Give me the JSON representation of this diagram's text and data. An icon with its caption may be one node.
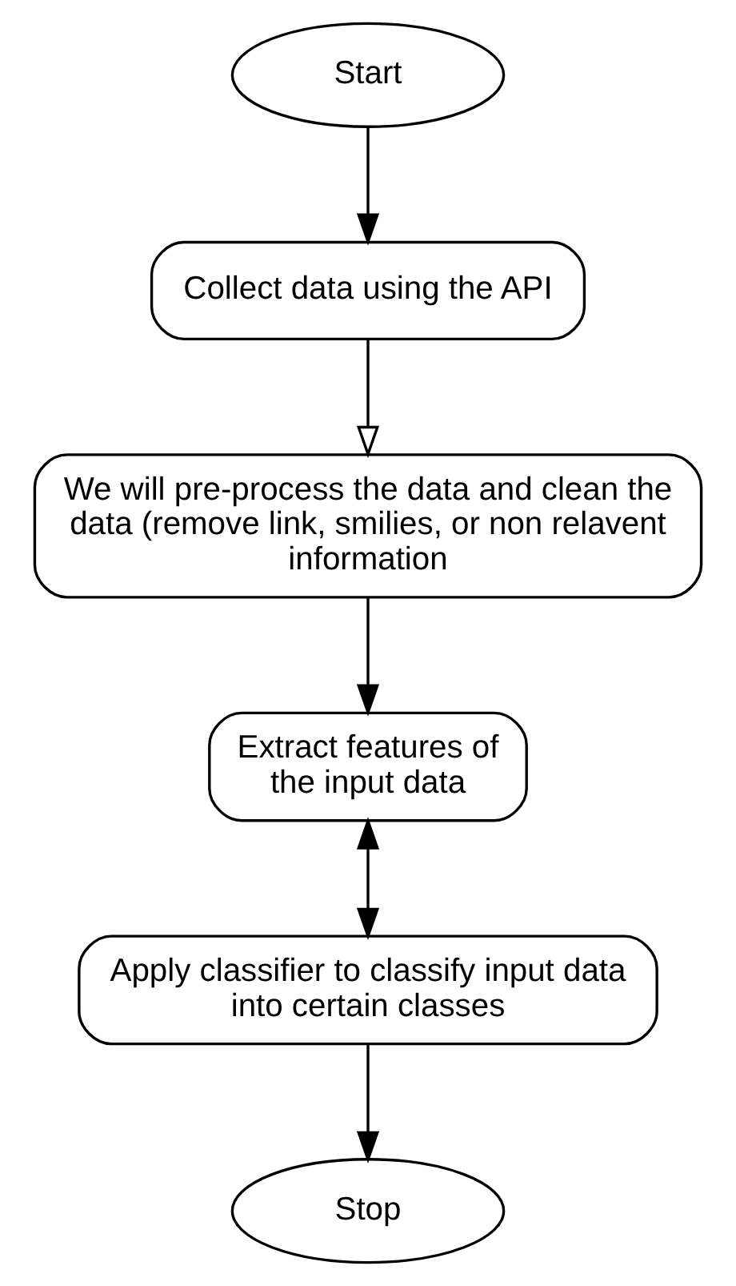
{
  "diagram": {
    "nodes": [
      {
        "text": [
          "Start"
        ]
      },
      {
        "text": [
          "Collect data using the API"
        ]
      },
      {
        "text": [
          "We will pre-process the data and clean the data (remove link, smilies, or non relavent information"
        ]
      },
      {
        "text": [
          "Extract features of the input data"
        ]
      },
      {
        "text": [
          "Apply classifier to classify input data into certain classes"
        ]
      },
      {
        "text": [
          "Stop"
        ]
      }
    ],
    "edges": [
      {
        "from": 0,
        "to": 1,
        "arrow": "to"
      },
      {
        "from": 1,
        "to": 2,
        "arrow": "to"
      },
      {
        "from": 2,
        "to": 3,
        "arrow": "to"
      },
      {
        "from": 3,
        "to": 4,
        "arrow": "both"
      },
      {
        "from": 4,
        "to": 5,
        "arrow": "to"
      }
    ]
  }
}
